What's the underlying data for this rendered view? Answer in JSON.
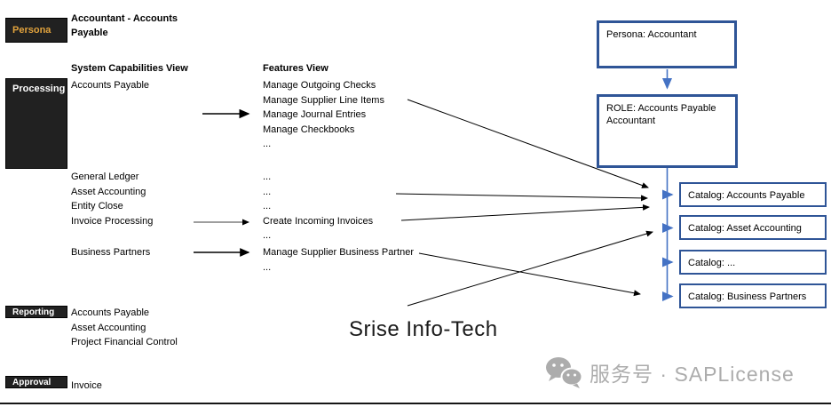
{
  "left_panel": {
    "persona_label": "Persona",
    "persona_title": "Accountant - Accounts Payable",
    "processing_label": "Processing",
    "reporting_label": "Reporting",
    "approval_label": "Approval",
    "system_capabilities": {
      "header": "System Capabilities View",
      "group1": [
        "Accounts Payable"
      ],
      "group2": [
        "General Ledger",
        "Asset Accounting",
        "Entity Close",
        "Invoice Processing"
      ],
      "group3": [
        "Business Partners"
      ],
      "reporting_items": [
        "Accounts Payable",
        "Asset Accounting",
        "Project Financial Control"
      ],
      "approval_items": [
        "Invoice"
      ]
    },
    "features": {
      "header": "Features View",
      "group1": [
        "Manage Outgoing Checks",
        "Manage Supplier Line Items",
        "Manage Journal Entries",
        "Manage Checkbooks",
        "..."
      ],
      "group2": [
        "...",
        "...",
        "...",
        "Create Incoming Invoices",
        "..."
      ],
      "group3": [
        "Manage Supplier Business Partner",
        "..."
      ]
    }
  },
  "right_panel": {
    "persona_node": "Persona: Accountant",
    "role_node": "ROLE: Accounts Payable Accountant",
    "catalogs": [
      "Catalog: Accounts Payable",
      "Catalog: Asset Accounting",
      "Catalog: ...",
      "Catalog: Business Partners"
    ]
  },
  "footer": {
    "brand": "Srise Info-Tech",
    "watermark": "服务号 · SAPLicense",
    "watermark_icon": "wechat-icon"
  },
  "colors": {
    "node_border_blue": "#2F5597",
    "connector_blue": "#4472C4",
    "persona_yellow": "#E2A33D",
    "label_bg_black": "#212121",
    "watermark_gray": "#ACACAC"
  }
}
